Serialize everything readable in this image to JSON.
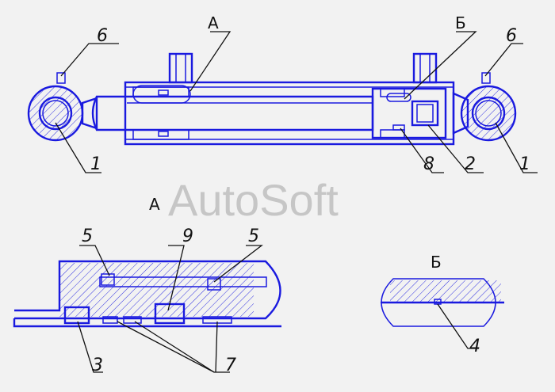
{
  "watermark": "AutoSoft",
  "section_labels": {
    "top_a": "А",
    "top_b": "Б",
    "detail_a": "А",
    "detail_b": "Б"
  },
  "callouts": {
    "left_6": "6",
    "right_6": "6",
    "left_1": "1",
    "right_1": "1",
    "eight": "8",
    "two": "2",
    "detail_5_left": "5",
    "detail_9": "9",
    "detail_5_right": "5",
    "detail_3": "3",
    "detail_7": "7",
    "detail_4": "4"
  },
  "colors": {
    "outline": "#1a1adf",
    "hatch": "#1a1adf",
    "seal_fill": "#6b6b6b",
    "leader": "#111111",
    "background": "#f2f2f2"
  }
}
